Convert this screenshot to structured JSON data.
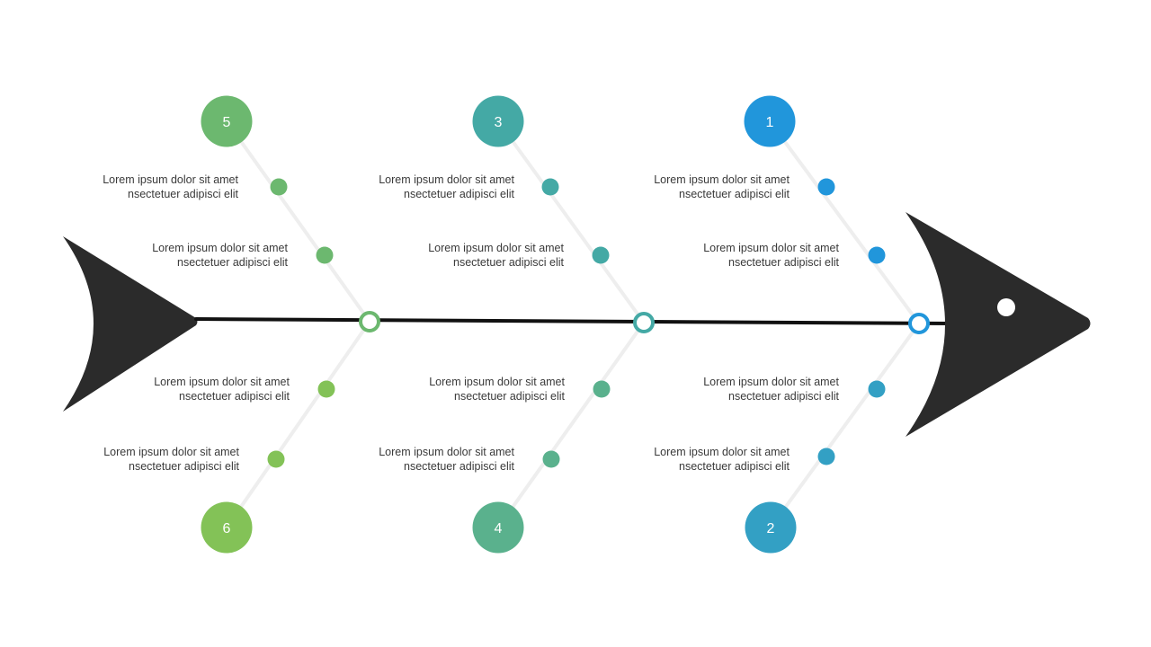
{
  "branches": [
    {
      "id": "b5",
      "number": "5",
      "color": "#6cb86f",
      "causes": [
        {
          "line1": "Lorem ipsum  dolor sit amet",
          "line2": "nsectetuer  adipisci elit"
        },
        {
          "line1": "Lorem ipsum  dolor sit amet",
          "line2": "nsectetuer  adipisci elit"
        }
      ]
    },
    {
      "id": "b6",
      "number": "6",
      "color": "#83c257",
      "causes": [
        {
          "line1": "Lorem ipsum  dolor sit amet",
          "line2": "nsectetuer  adipisci elit"
        },
        {
          "line1": "Lorem ipsum  dolor sit amet",
          "line2": "nsectetuer  adipisci elit"
        }
      ]
    },
    {
      "id": "b3",
      "number": "3",
      "color": "#44a9a5",
      "causes": [
        {
          "line1": "Lorem ipsum  dolor sit amet",
          "line2": "nsectetuer  adipisci elit"
        },
        {
          "line1": "Lorem ipsum  dolor sit amet",
          "line2": "nsectetuer  adipisci elit"
        }
      ]
    },
    {
      "id": "b4",
      "number": "4",
      "color": "#5ab18d",
      "causes": [
        {
          "line1": "Lorem ipsum  dolor sit amet",
          "line2": "nsectetuer  adipisci elit"
        },
        {
          "line1": "Lorem ipsum  dolor sit amet",
          "line2": "nsectetuer  adipisci elit"
        }
      ]
    },
    {
      "id": "b1",
      "number": "1",
      "color": "#2196db",
      "causes": [
        {
          "line1": "Lorem ipsum  dolor sit amet",
          "line2": "nsectetuer  adipisci elit"
        },
        {
          "line1": "Lorem ipsum  dolor sit amet",
          "line2": "nsectetuer  adipisci elit"
        }
      ]
    },
    {
      "id": "b2",
      "number": "2",
      "color": "#33a0c4",
      "causes": [
        {
          "line1": "Lorem ipsum  dolor sit amet",
          "line2": "nsectetuer  adipisci elit"
        },
        {
          "line1": "Lorem ipsum  dolor sit amet",
          "line2": "nsectetuer  adipisci elit"
        }
      ]
    }
  ],
  "spine_joints": [
    {
      "color": "#6cb86f"
    },
    {
      "color": "#44a9a5"
    },
    {
      "color": "#2196db"
    }
  ],
  "colors": {
    "fish": "#2b2b2b",
    "spine": "#111111",
    "bone": "#eeeeee",
    "text": "#3a3a3a"
  }
}
